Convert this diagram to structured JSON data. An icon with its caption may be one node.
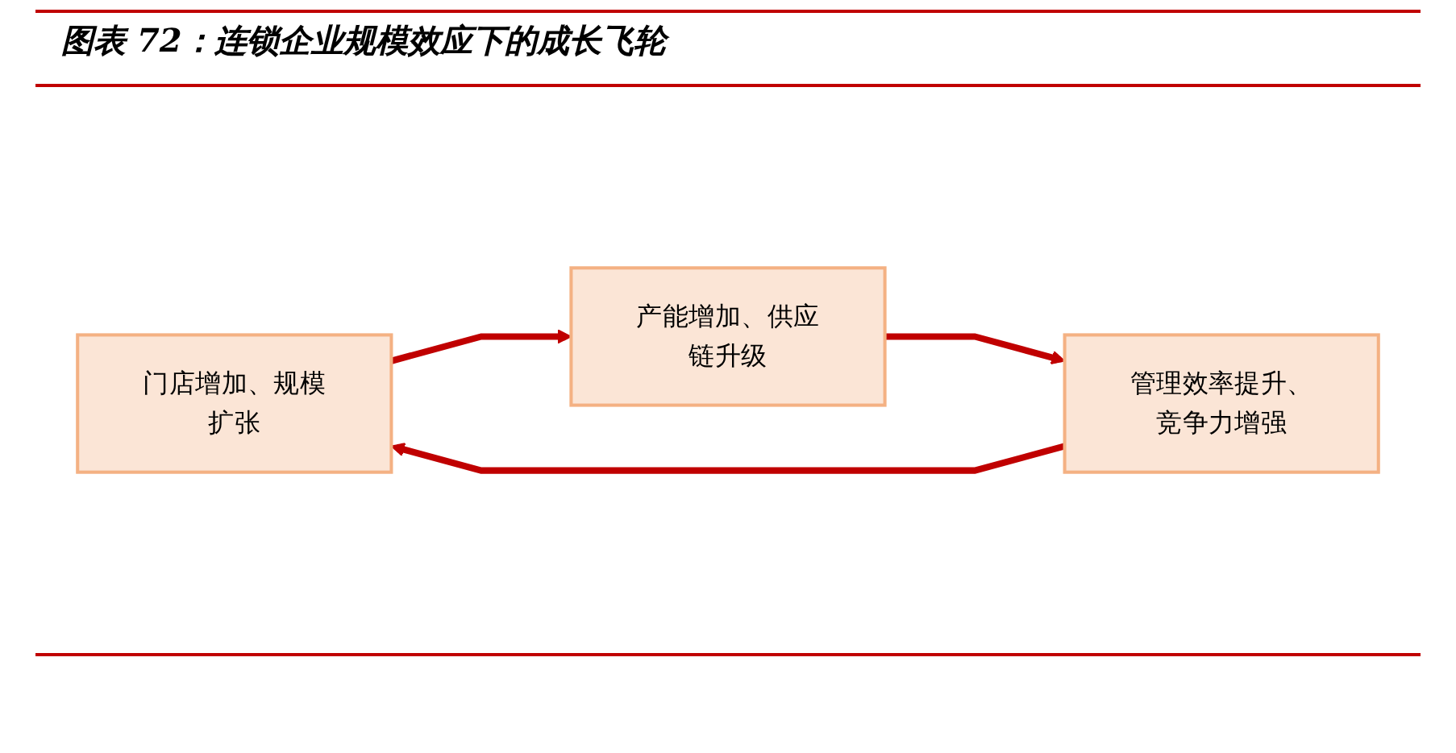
{
  "diagram": {
    "title": "图表 72：连锁企业规模效应下的成长飞轮",
    "nodes": [
      {
        "text": [
          "门店增加、规模扩张"
        ]
      },
      {
        "text": [
          "产能增加、供应链升级"
        ]
      },
      {
        "text": [
          "管理效率提升、竞争力增强"
        ]
      }
    ],
    "edges": [
      {
        "from": 0,
        "to": 1,
        "arrow": "to"
      },
      {
        "from": 1,
        "to": 2,
        "arrow": "to"
      },
      {
        "from": 2,
        "to": 0,
        "arrow": "to"
      }
    ]
  }
}
